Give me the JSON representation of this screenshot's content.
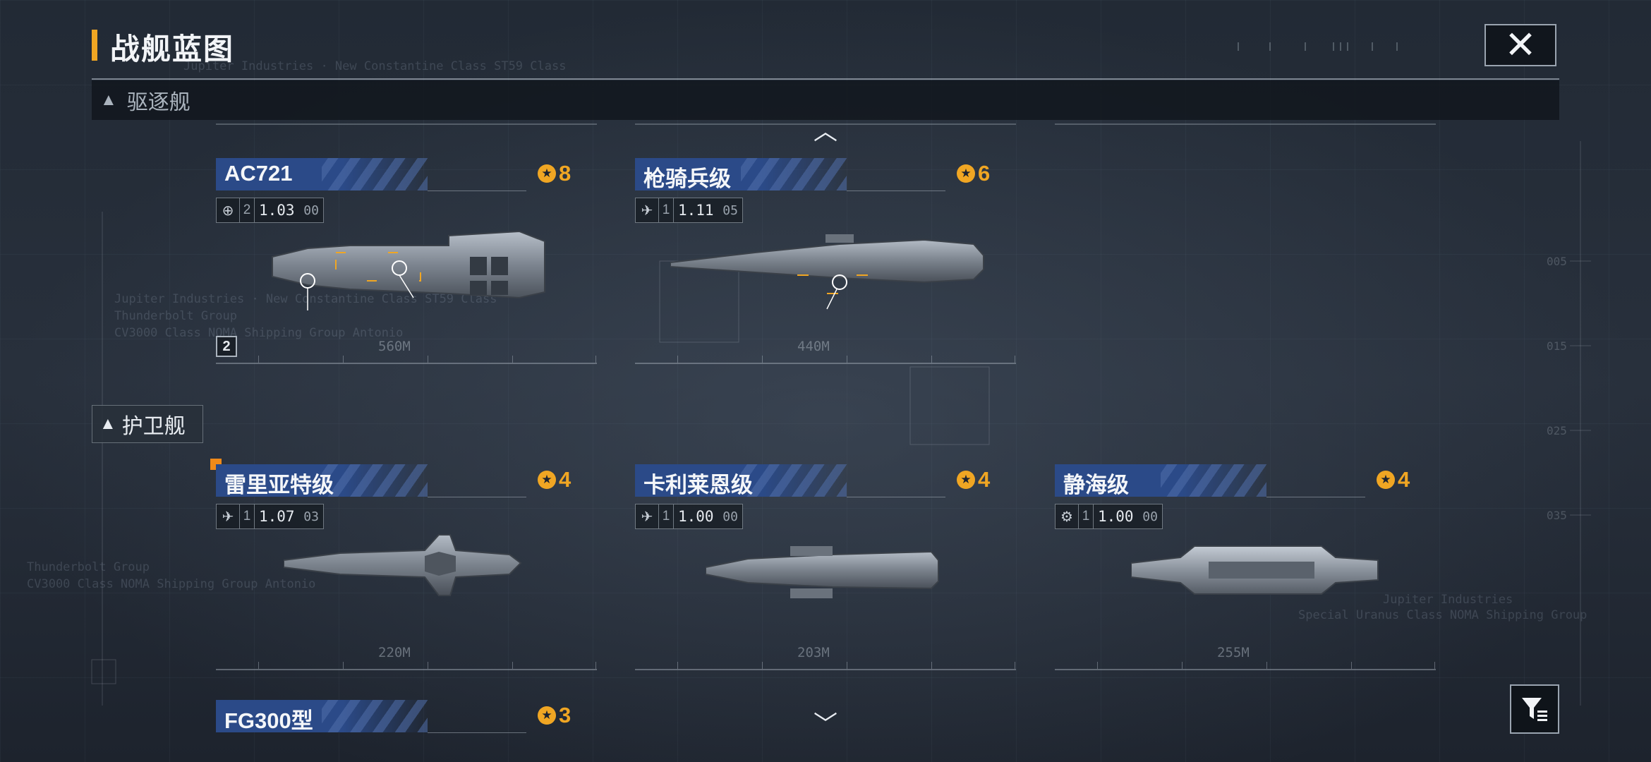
{
  "header": {
    "title": "战舰蓝图",
    "close_icon": "close-icon"
  },
  "sections": [
    {
      "label": "驱逐舰",
      "icon": "triangle-up-icon",
      "ships": [
        {
          "name": "AC721",
          "cost": "8",
          "type_icon": "globe-icon",
          "tier": "2",
          "version": "1.03",
          "version_sub": "00",
          "length": "560M",
          "level_badge": "2"
        },
        {
          "name": "枪骑兵级",
          "cost": "6",
          "type_icon": "fighter-icon",
          "tier": "1",
          "version": "1.11",
          "version_sub": "05",
          "length": "440M"
        }
      ]
    },
    {
      "label": "护卫舰",
      "icon": "triangle-up-icon",
      "ships": [
        {
          "name": "雷里亚特级",
          "cost": "4",
          "type_icon": "fighter-icon",
          "tier": "1",
          "version": "1.07",
          "version_sub": "03",
          "length": "220M"
        },
        {
          "name": "卡利莱恩级",
          "cost": "4",
          "type_icon": "fighter-icon",
          "tier": "1",
          "version": "1.00",
          "version_sub": "00",
          "length": "203M"
        },
        {
          "name": "静海级",
          "cost": "4",
          "type_icon": "gear-icon",
          "tier": "1",
          "version": "1.00",
          "version_sub": "00",
          "length": "255M"
        },
        {
          "name": "FG300型",
          "cost": "3",
          "type_icon": "fighter-icon",
          "tier": "",
          "version": "",
          "version_sub": "",
          "length": ""
        }
      ]
    }
  ],
  "ghost_text": {
    "line1": "Jupiter Industries · New Constantine Class ST59 Class",
    "line2": "Jupiter Industries · New Constantine Class ST59 Class",
    "line3": "Thunderbolt Group",
    "line4": "CV3000 Class NOMA Shipping Group Antonio",
    "line5": "Jupiter Industries",
    "line6": "Special Uranus Class NOMA Shipping Group",
    "line7": "Thunderbolt Group",
    "line8": "CV3000 Class NOMA Shipping Group Antonio"
  },
  "colors": {
    "accent": "#f0a623",
    "name_bar": "#2b4a88",
    "new_marker": "#f08a1a"
  }
}
